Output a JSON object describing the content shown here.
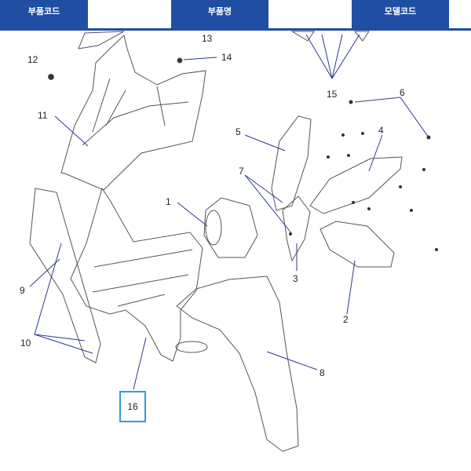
{
  "header": {
    "tabs": [
      {
        "label": "부품코드"
      },
      {
        "label": "부품명"
      },
      {
        "label": "모델코드"
      }
    ]
  },
  "diagram": {
    "callouts": [
      "1",
      "2",
      "3",
      "4",
      "5",
      "6",
      "7",
      "8",
      "9",
      "10",
      "11",
      "12",
      "13",
      "14",
      "15",
      "16"
    ],
    "highlighted": "16",
    "colors": {
      "line": "#555555",
      "leader": "#2b3a8f",
      "highlight": "#2a9fd8",
      "header": "#1f4ea3"
    }
  }
}
